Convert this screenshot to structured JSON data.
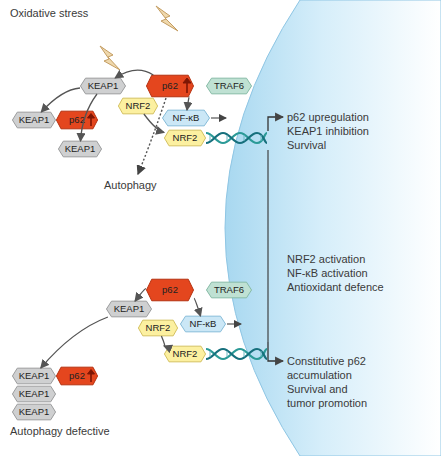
{
  "diagram": {
    "nodes": [
      {
        "text": [
          "KEAP1"
        ]
      },
      {
        "text": [
          "p62"
        ]
      },
      {
        "text": [
          "TRAF6"
        ]
      },
      {
        "text": [
          "NRF2"
        ]
      },
      {
        "text": [
          "KEAP1"
        ]
      },
      {
        "text": [
          "p62"
        ]
      },
      {
        "text": [
          "NF-κB"
        ]
      },
      {
        "text": [
          "NRF2"
        ]
      },
      {
        "text": [
          "KEAP1"
        ]
      },
      {
        "text": [
          "p62"
        ]
      },
      {
        "text": [
          "TRAF6"
        ]
      },
      {
        "text": [
          "KEAP1"
        ]
      },
      {
        "text": [
          "NRF2"
        ]
      },
      {
        "text": [
          "NF-κB"
        ]
      },
      {
        "text": [
          "KEAP1"
        ]
      },
      {
        "text": [
          "p62"
        ]
      },
      {
        "text": [
          "NRF2"
        ]
      },
      {
        "text": [
          "KEAP1"
        ]
      },
      {
        "text": [
          "KEAP1"
        ]
      }
    ],
    "edges": [
      {
        "from": 1,
        "to": 0,
        "arrow": "to"
      },
      {
        "from": 0,
        "to": 4,
        "arrow": "to"
      },
      {
        "from": 0,
        "to": 8,
        "arrow": "to"
      },
      {
        "from": 1,
        "to": 6,
        "arrow": "to"
      },
      {
        "from": 3,
        "to": 7,
        "arrow": "to"
      },
      {
        "from": 9,
        "to": 11,
        "arrow": "to"
      },
      {
        "from": 11,
        "to": 14,
        "arrow": "to"
      },
      {
        "from": 9,
        "to": 13,
        "arrow": "to"
      },
      {
        "from": 12,
        "to": 16,
        "arrow": "to"
      }
    ],
    "labels": [
      "Oxidative stress",
      "Autophagy",
      "Autophagy defective",
      "p62 upregulation",
      "KEAP1 inhibition",
      "Survival",
      "NRF2 activation",
      "NF-κB activation",
      "Antioxidant defence",
      "Constitutive p62 accumulation",
      "Survival and tumor promotion"
    ]
  }
}
